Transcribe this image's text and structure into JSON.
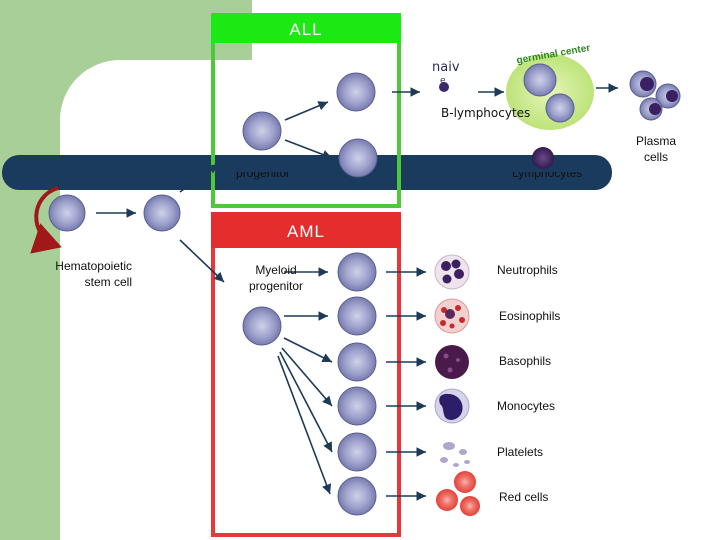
{
  "diagram": {
    "all_label": "ALL",
    "aml_label": "AML",
    "naiv_label": "naiv",
    "naiv_sub_label": "e",
    "germinal_center_label": "germinal center",
    "b_lymphocytes_label": "B-lymphocytes",
    "plasma_cells_label": "Plasma\ncells",
    "lymphoid_progenitor_partial": "progenitor",
    "lymphocytes_partial": "Lymphocytes",
    "hsc_label": "Hematopoietic\nstem cell",
    "myeloid_progenitor_label": "Myeloid\nprogenitor",
    "products": [
      "Neutrophils",
      "Eosinophils",
      "Basophils",
      "Monocytes",
      "Platelets",
      "Red cells"
    ]
  },
  "colors": {
    "all_green": "#1ce814",
    "aml_red": "#e52d2d",
    "navy_bar": "#1a3a5e",
    "sidebar_green": "#a8cf98",
    "arrow": "#1d3a56",
    "cycle_arrow": "#a01818"
  }
}
